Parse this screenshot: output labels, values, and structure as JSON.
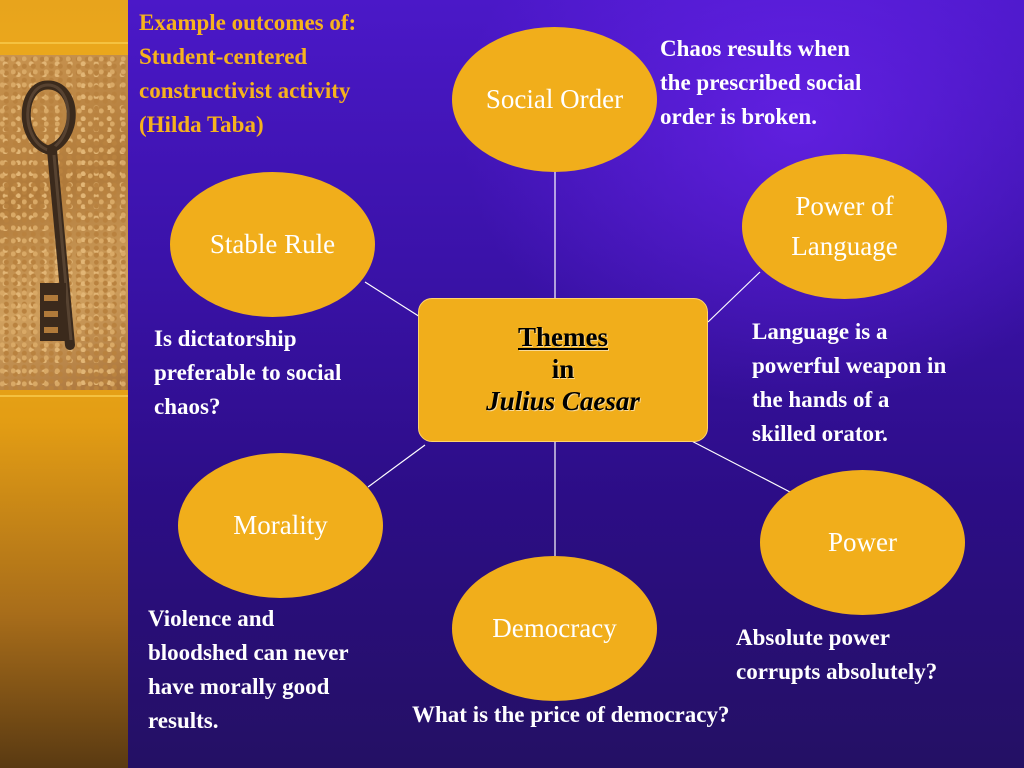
{
  "heading": {
    "lines": [
      "Example outcomes of:",
      "Student-centered",
      "constructivist activity",
      "(Hilda Taba)"
    ]
  },
  "center": {
    "line1": "Themes",
    "line2": "in",
    "line3": "Julius Caesar"
  },
  "themes": {
    "social_order": {
      "label": "Social Order"
    },
    "power_of_language": {
      "label_line1": "Power of",
      "label_line2": "Language"
    },
    "stable_rule": {
      "label": "Stable Rule"
    },
    "morality": {
      "label": "Morality"
    },
    "democracy": {
      "label": "Democracy"
    },
    "power": {
      "label": "Power"
    }
  },
  "notes": {
    "social_order": [
      "Chaos results when",
      "the prescribed social",
      "order is broken."
    ],
    "power_of_language": [
      "Language is a",
      "powerful weapon in",
      "the hands of a",
      "skilled orator."
    ],
    "stable_rule": [
      "Is dictatorship",
      "preferable to social",
      "chaos?"
    ],
    "morality": [
      "Violence and",
      "bloodshed can never",
      "have morally good",
      "results."
    ],
    "democracy": [
      "What is the price of democracy?"
    ],
    "power": [
      "Absolute power",
      "corrupts absolutely?"
    ]
  },
  "colors": {
    "node_fill": "#f1ae1b",
    "background": "#3a12a8",
    "note_text": "#ffffff",
    "heading_text": "#f6b21d"
  }
}
